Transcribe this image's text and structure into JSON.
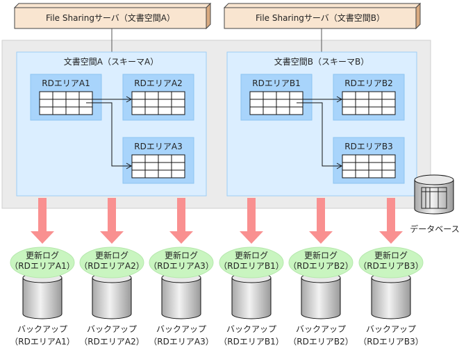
{
  "servers": [
    {
      "label": "File Sharingサーバ（文書空間A）"
    },
    {
      "label": "File Sharingサーバ（文書空間B）"
    }
  ],
  "schemas": [
    {
      "label": "文書空間A（スキーマA）",
      "areas": [
        "RDエリアA1",
        "RDエリアA2",
        "RDエリアA3"
      ]
    },
    {
      "label": "文書空間B（スキーマB）",
      "areas": [
        "RDエリアB1",
        "RDエリアB2",
        "RDエリアB3"
      ]
    }
  ],
  "database_label": "データベース",
  "logs": [
    {
      "title": "更新ログ",
      "area": "（RDエリアA1）"
    },
    {
      "title": "更新ログ",
      "area": "（RDエリアA2）"
    },
    {
      "title": "更新ログ",
      "area": "（RDエリアA3）"
    },
    {
      "title": "更新ログ",
      "area": "（RDエリアB1）"
    },
    {
      "title": "更新ログ",
      "area": "（RDエリアB2）"
    },
    {
      "title": "更新ログ",
      "area": "（RDエリアB3）"
    }
  ],
  "backups": [
    {
      "title": "バックアップ",
      "area": "（RDエリアA1）"
    },
    {
      "title": "バックアップ",
      "area": "（RDエリアA2）"
    },
    {
      "title": "バックアップ",
      "area": "（RDエリアA3）"
    },
    {
      "title": "バックアップ",
      "area": "（RDエリアB1）"
    },
    {
      "title": "バックアップ",
      "area": "（RDエリアB2）"
    },
    {
      "title": "バックアップ",
      "area": "（RDエリアB3）"
    }
  ],
  "colors": {
    "server": "#f9e5d0",
    "server_side": "#d9aa80",
    "db_area": "#ebebeb",
    "schema": "#dbeeff",
    "rdarea": "#a8d4fb",
    "arrow": "#f99090",
    "log": "#c9f5c0"
  }
}
